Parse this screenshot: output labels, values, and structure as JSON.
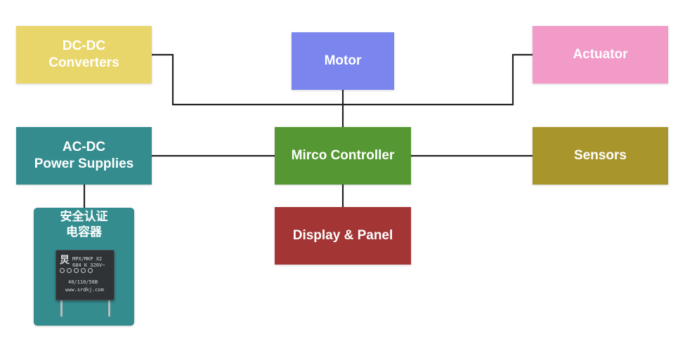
{
  "colors": {
    "wire": "#222222",
    "dcdc": "#e8d66b",
    "motor": "#7b85ee",
    "actuator": "#f29ac8",
    "acdc": "#348c8e",
    "controller": "#559732",
    "sensors": "#a8952c",
    "display": "#a33535",
    "capacitor_panel": "#348c8e"
  },
  "blocks": {
    "dcdc": "DC-DC\nConverters",
    "motor": "Motor",
    "actuator": "Actuator",
    "acdc": "AC-DC\nPower Supplies",
    "controller": "Mirco Controller",
    "sensors": "Sensors",
    "display": "Display & Panel"
  },
  "capacitor": {
    "title": "安全认证\n电容器",
    "marking": {
      "logo": "炅",
      "line1": "MPX/MKP X2",
      "line2": "684 K  320V~",
      "line3": "40/110/56B",
      "line4": "www.srdkj.com"
    }
  }
}
